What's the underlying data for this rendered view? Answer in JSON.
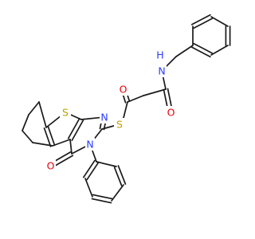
{
  "molecule": {
    "atoms": {
      "S_linker": {
        "symbol": "S",
        "color": "#b8a200"
      },
      "S_thiophene": {
        "symbol": "S",
        "color": "#b8a200"
      },
      "N_amide": {
        "symbol": "N",
        "color": "#2a3cff"
      },
      "H_amide": {
        "symbol": "H",
        "color": "#2a3cff"
      },
      "N_ring_top": {
        "symbol": "N",
        "color": "#2a3cff"
      },
      "N_ring_phenyl": {
        "symbol": "N",
        "color": "#2a3cff"
      },
      "O_amide": {
        "symbol": "O",
        "color": "#e8000b"
      },
      "O_ketone": {
        "symbol": "O",
        "color": "#e8000b"
      },
      "O_ring": {
        "symbol": "O",
        "color": "#e8000b"
      }
    },
    "bond_color": "#1a1a1a"
  }
}
